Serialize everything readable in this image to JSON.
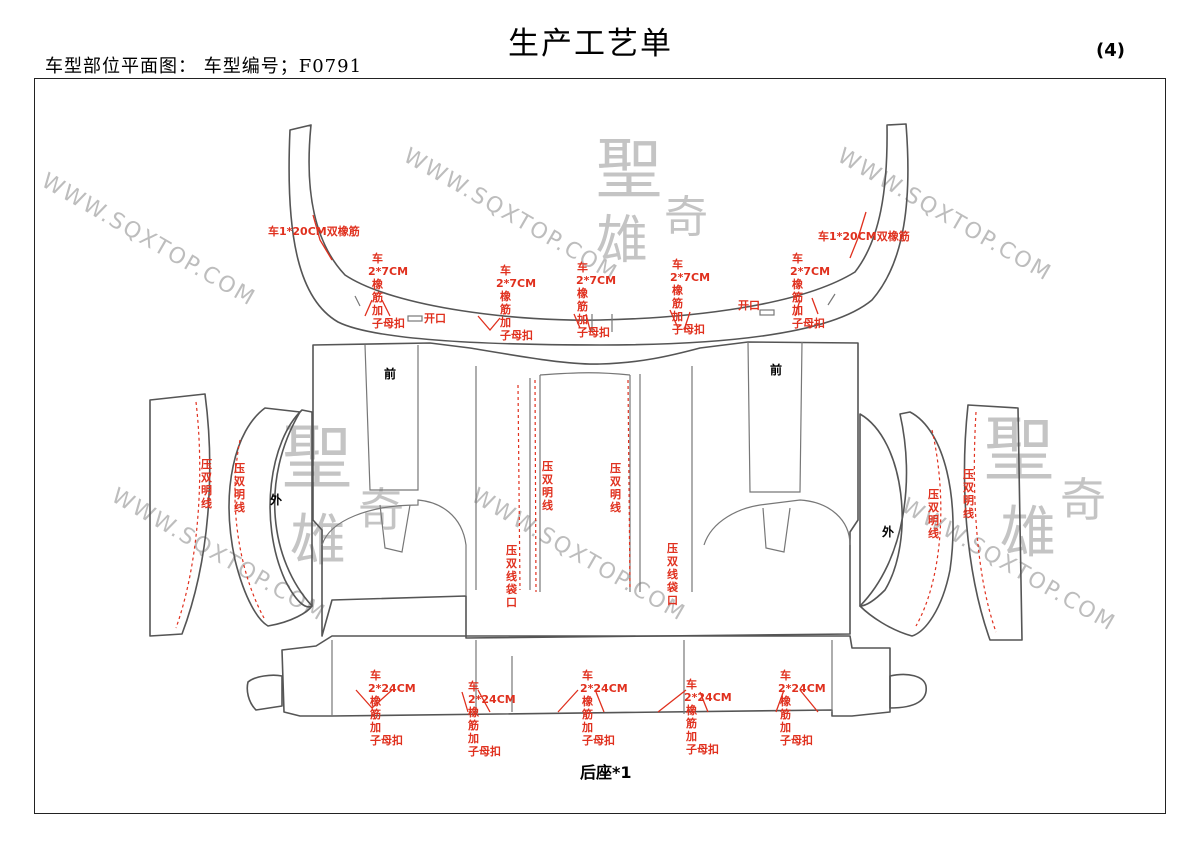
{
  "header": {
    "title": "生产工艺单",
    "subtitle": "车型部位平面图：  车型编号；F0791",
    "page_number": "(4)"
  },
  "watermark": {
    "url": "WWW.SQXTOP.COM",
    "logo_main": "聖",
    "logo_a": "奇",
    "logo_b": "雄"
  },
  "annotations": {
    "band_left": "车1*20CM双橡筋",
    "band_right": "车1*20CM双橡筋",
    "band_7cm": [
      "车",
      "2*7CM",
      "橡",
      "筋",
      "加",
      "子母扣"
    ],
    "band_24cm_a": [
      "车",
      "2*24CM",
      "橡",
      "筋",
      "加",
      "子母扣"
    ],
    "band_24cm_b": [
      "车",
      "2*24CM",
      "橡",
      "筋",
      "加",
      "子母扣"
    ],
    "opening": "开口",
    "front": "前",
    "outer": "外",
    "press_line": [
      "压",
      "双",
      "明",
      "线"
    ],
    "pocket": [
      "压",
      "双",
      "线",
      "袋",
      "口"
    ],
    "caption": "后座*1"
  }
}
